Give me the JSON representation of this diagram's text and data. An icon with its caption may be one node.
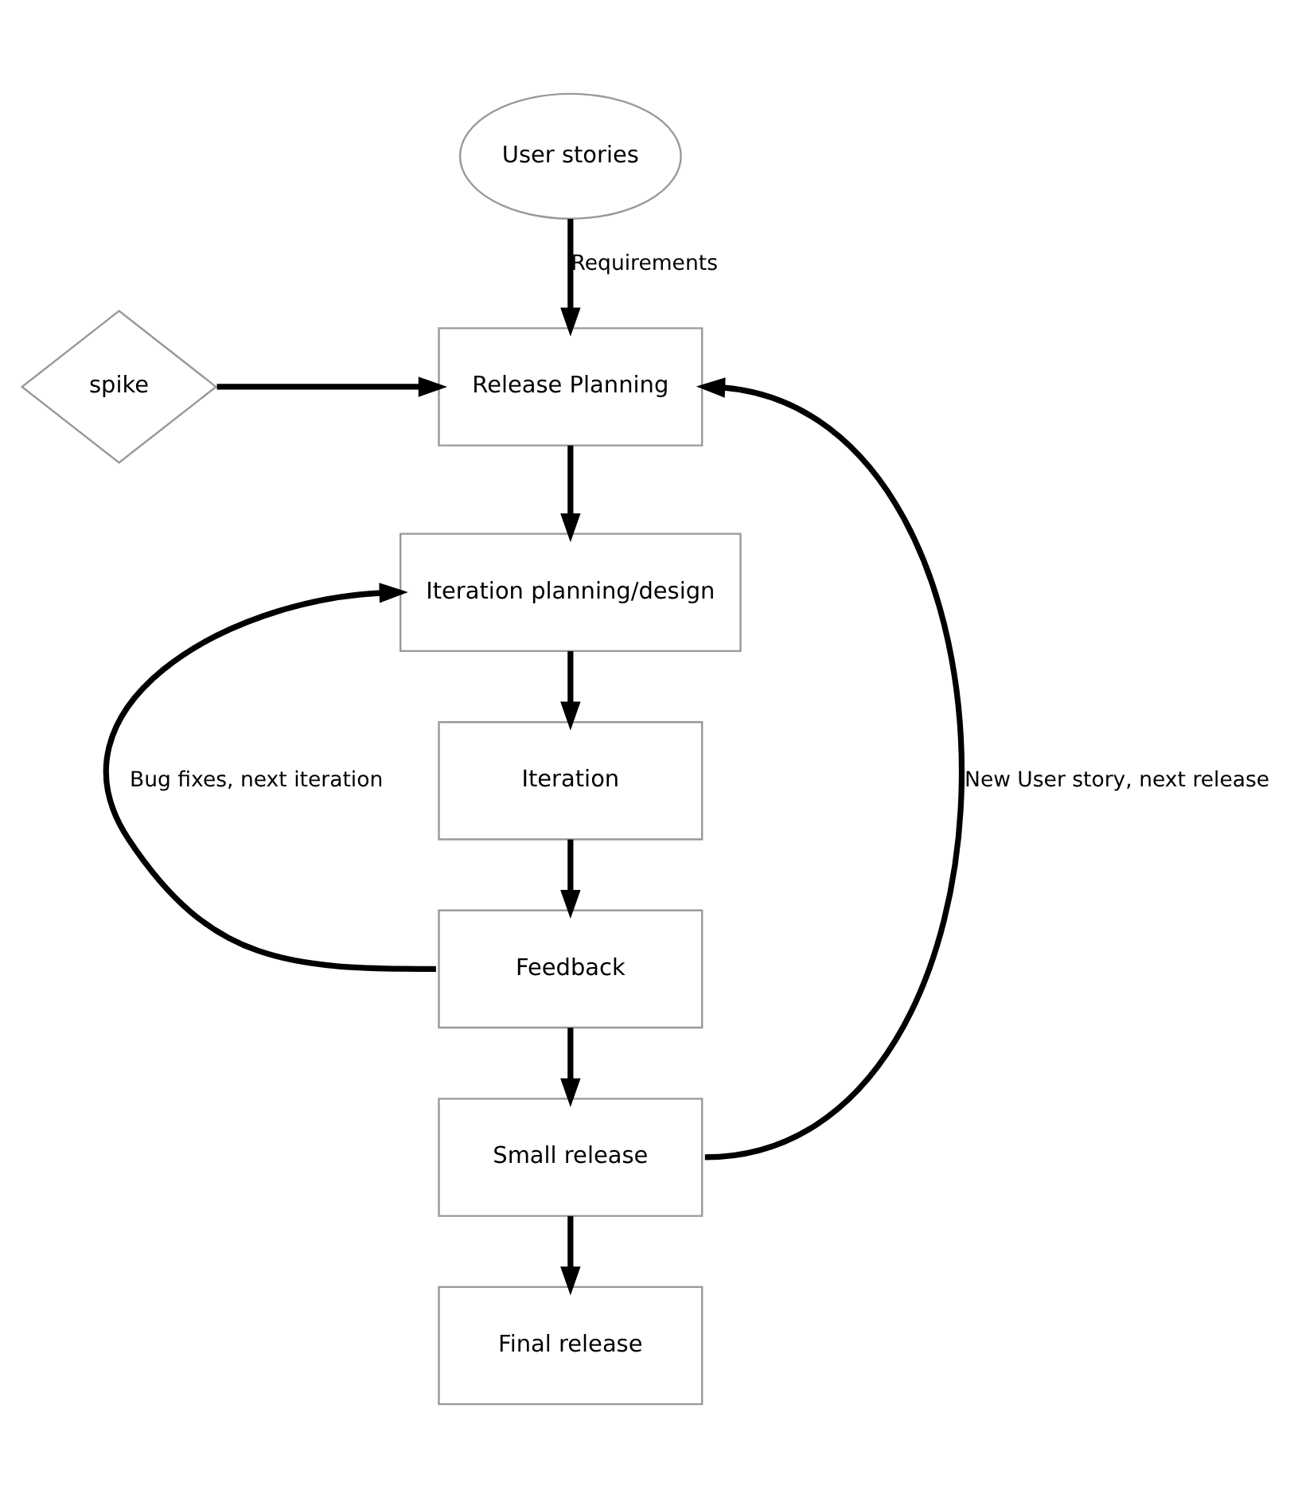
{
  "diagram": {
    "nodes": [
      {
        "text": [
          "User stories"
        ]
      },
      {
        "text": [
          "Release Planning"
        ]
      },
      {
        "text": [
          "spike"
        ]
      },
      {
        "text": [
          "Iteration planning/design"
        ]
      },
      {
        "text": [
          "Iteration"
        ]
      },
      {
        "text": [
          "Feedback"
        ]
      },
      {
        "text": [
          "Small release"
        ]
      },
      {
        "text": [
          "Final release"
        ]
      }
    ],
    "edges": [
      {
        "from": 0,
        "to": 1,
        "arrow": "to",
        "label": "Requirements"
      },
      {
        "from": 2,
        "to": 1,
        "arrow": "to"
      },
      {
        "from": 1,
        "to": 3,
        "arrow": "to"
      },
      {
        "from": 3,
        "to": 4,
        "arrow": "to"
      },
      {
        "from": 4,
        "to": 5,
        "arrow": "to"
      },
      {
        "from": 5,
        "to": 3,
        "arrow": "to",
        "label": "Bug fixes, next iteration"
      },
      {
        "from": 5,
        "to": 6,
        "arrow": "to"
      },
      {
        "from": 6,
        "to": 1,
        "arrow": "to",
        "label": "New User story, next release"
      },
      {
        "from": 6,
        "to": 7,
        "arrow": "to"
      }
    ]
  }
}
